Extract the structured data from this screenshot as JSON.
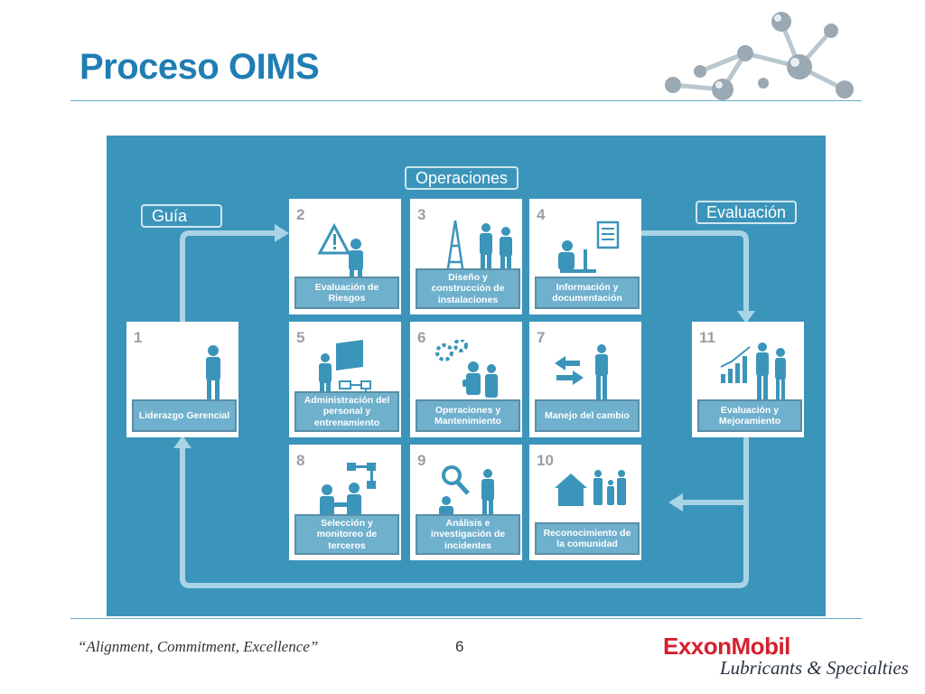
{
  "title": "Proceso OIMS",
  "diagram": {
    "groups": {
      "operaciones": "Operaciones",
      "guia": "Guía",
      "evaluacion": "Evaluación"
    },
    "cards": [
      {
        "number": "1",
        "label": "Liderazgo Gerencial"
      },
      {
        "number": "2",
        "label": "Evaluación de Riesgos"
      },
      {
        "number": "3",
        "label": "Diseño y construcción de instalaciones"
      },
      {
        "number": "4",
        "label": "Información y documentación"
      },
      {
        "number": "5",
        "label": "Administración del personal y entrenamiento"
      },
      {
        "number": "6",
        "label": "Operaciones y Mantenimiento"
      },
      {
        "number": "7",
        "label": "Manejo del cambio"
      },
      {
        "number": "8",
        "label": "Selección y monitoreo de terceros"
      },
      {
        "number": "9",
        "label": "Análisis e investigación de incidentes"
      },
      {
        "number": "10",
        "label": "Reconocimiento de la comunidad"
      },
      {
        "number": "11",
        "label": "Evaluación y Mejoramiento"
      }
    ]
  },
  "footer": {
    "quote": "“Alignment, Commitment, Excellence”",
    "page": "6",
    "logo": "ExxonMobil",
    "tagline": "Lubricants & Specialties"
  },
  "colors": {
    "title": "#1f7eb3",
    "panel": "#3b95ba",
    "label_box": "#6fb0cd",
    "figure": "#3b95ba",
    "logo": "#d5202e"
  },
  "icons": [
    "molecule-graphic",
    "person-icon",
    "warning-icon",
    "oil-rig-icon",
    "document-icon",
    "whiteboard-icon",
    "gears-icon",
    "arrows-icon",
    "handshake-icon",
    "magnifier-icon",
    "house-family-icon",
    "growth-chart-icon"
  ]
}
